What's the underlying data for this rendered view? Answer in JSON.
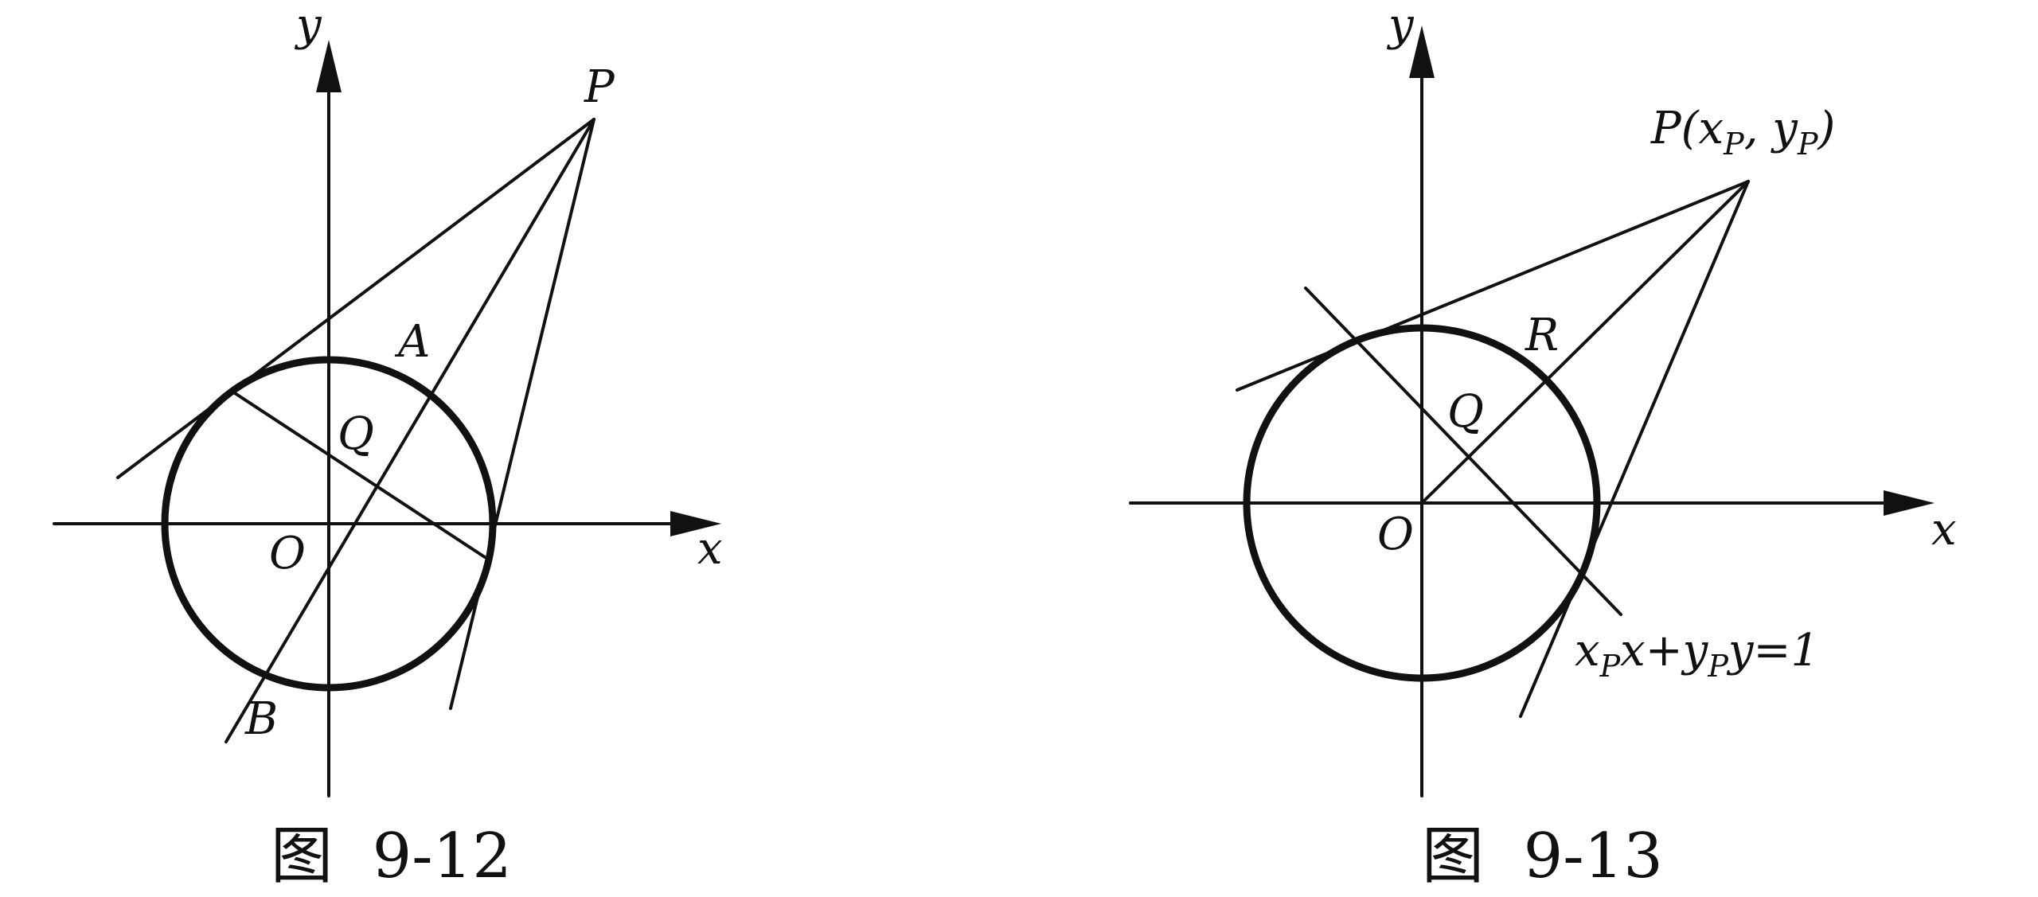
{
  "figures": [
    {
      "caption": "图  9-12",
      "labels": {
        "y_axis": "y",
        "x_axis": "x",
        "origin": "O",
        "P": "P",
        "A": "A",
        "Q": "Q",
        "B": "B"
      }
    },
    {
      "caption": "图  9-13",
      "labels": {
        "y_axis": "y",
        "x_axis": "x",
        "origin": "O",
        "P_point": "P(x",
        "P_sub1": "P",
        "P_mid": ", y",
        "P_sub2": "P",
        "P_close": ")",
        "R": "R",
        "Q": "Q",
        "line_x": "x",
        "line_x_sub": "P",
        "line_mid": "x+y",
        "line_y_sub": "P",
        "line_end": "y=1"
      }
    }
  ]
}
